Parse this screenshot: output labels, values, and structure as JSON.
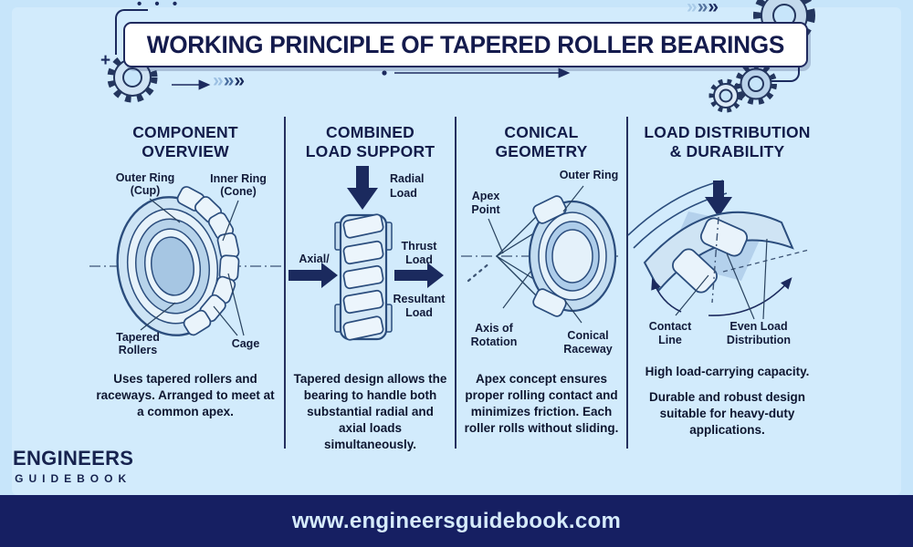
{
  "title": "WORKING PRINCIPLE OF TAPERED ROLLER BEARINGS",
  "brand": {
    "name": "ENGINEERS",
    "tagline": "GUIDEBOOK"
  },
  "footer": {
    "url": "www.engineersguidebook.com"
  },
  "decorations": {
    "dots": "• • •",
    "plus": "+",
    "chevrons_top_right": "»»»",
    "chevrons_under_title": "»»»"
  },
  "colors": {
    "background": "#c7e5fa",
    "panel": "#d2ebfc",
    "navy": "#1b2a5e",
    "steel_outline": "#2b4d7d",
    "diagram_fill_light": "#e6f2fa",
    "diagram_fill_mid": "#b7d3ea",
    "title_box_background": "#ffffff",
    "footer_background": "#161f62",
    "footer_text": "#d6ebfb"
  },
  "columns": [
    {
      "heading": [
        "COMPONENT",
        "OVERVIEW"
      ],
      "labels": {
        "outer_ring_line1": "Outer Ring",
        "outer_ring_line2": "(Cup)",
        "inner_ring_line1": "Inner Ring",
        "inner_ring_line2": "(Cone)",
        "rollers_line1": "Tapered",
        "rollers_line2": "Rollers",
        "cage": "Cage"
      },
      "description": "Uses tapered rollers and raceways. Arranged to meet at a common apex."
    },
    {
      "heading": [
        "COMBINED",
        "LOAD SUPPORT"
      ],
      "labels": {
        "radial_line1": "Radial",
        "radial_line2": "Load",
        "axial": "Axial/",
        "thrust_line1": "Thrust",
        "thrust_line2": "Load",
        "resultant_line1": "Resultant",
        "resultant_line2": "Load"
      },
      "description": "Tapered design allows the bearing to handle both substantial radial and axial loads simultaneously."
    },
    {
      "heading": [
        "CONICAL",
        "GEOMETRY"
      ],
      "labels": {
        "apex_line1": "Apex",
        "apex_line2": "Point",
        "outer_ring": "Outer Ring",
        "axis_line1": "Axis of",
        "axis_line2": "Rotation",
        "raceway_line1": "Conical",
        "raceway_line2": "Raceway"
      },
      "description": "Apex concept ensures proper rolling contact and minimizes friction. Each roller rolls without sliding."
    },
    {
      "heading": [
        "LOAD DISTRIBUTION",
        "& DURABILITY"
      ],
      "labels": {
        "contact_line1": "Contact",
        "contact_line2": "Line",
        "even_line1": "Even Load",
        "even_line2": "Distribution"
      },
      "description": "High load-carrying capacity.",
      "description2": "Durable and robust design suitable for heavy-duty applications."
    }
  ]
}
